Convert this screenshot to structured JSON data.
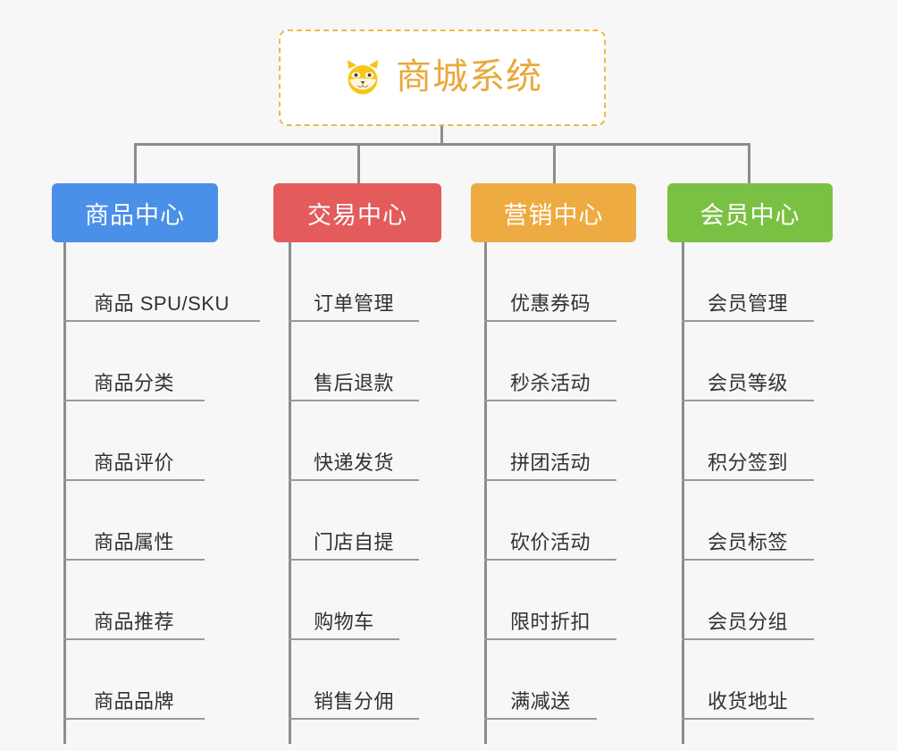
{
  "diagram": {
    "type": "org-tree",
    "background_color": "#f7f7f7",
    "root": {
      "icon": "shiba-dog-face-emoji",
      "title": "商城系统",
      "text_color": "#e8a93c",
      "border_color": "#f0b849",
      "border_style": "dashed",
      "background_color": "#ffffff"
    },
    "connector_color": "#8c8c8c",
    "branches": [
      {
        "label": "商品中心",
        "color": "#4a90e8",
        "items": [
          "商品 SPU/SKU",
          "商品分类",
          "商品评价",
          "商品属性",
          "商品推荐",
          "商品品牌"
        ]
      },
      {
        "label": "交易中心",
        "color": "#e35b5b",
        "items": [
          "订单管理",
          "售后退款",
          "快递发货",
          "门店自提",
          "购物车",
          "销售分佣"
        ]
      },
      {
        "label": "营销中心",
        "color": "#eeab41",
        "items": [
          "优惠券码",
          "秒杀活动",
          "拼团活动",
          "砍价活动",
          "限时折扣",
          "满减送"
        ]
      },
      {
        "label": "会员中心",
        "color": "#7ac143",
        "items": [
          "会员管理",
          "会员等级",
          "积分签到",
          "会员标签",
          "会员分组",
          "收货地址"
        ]
      }
    ]
  }
}
